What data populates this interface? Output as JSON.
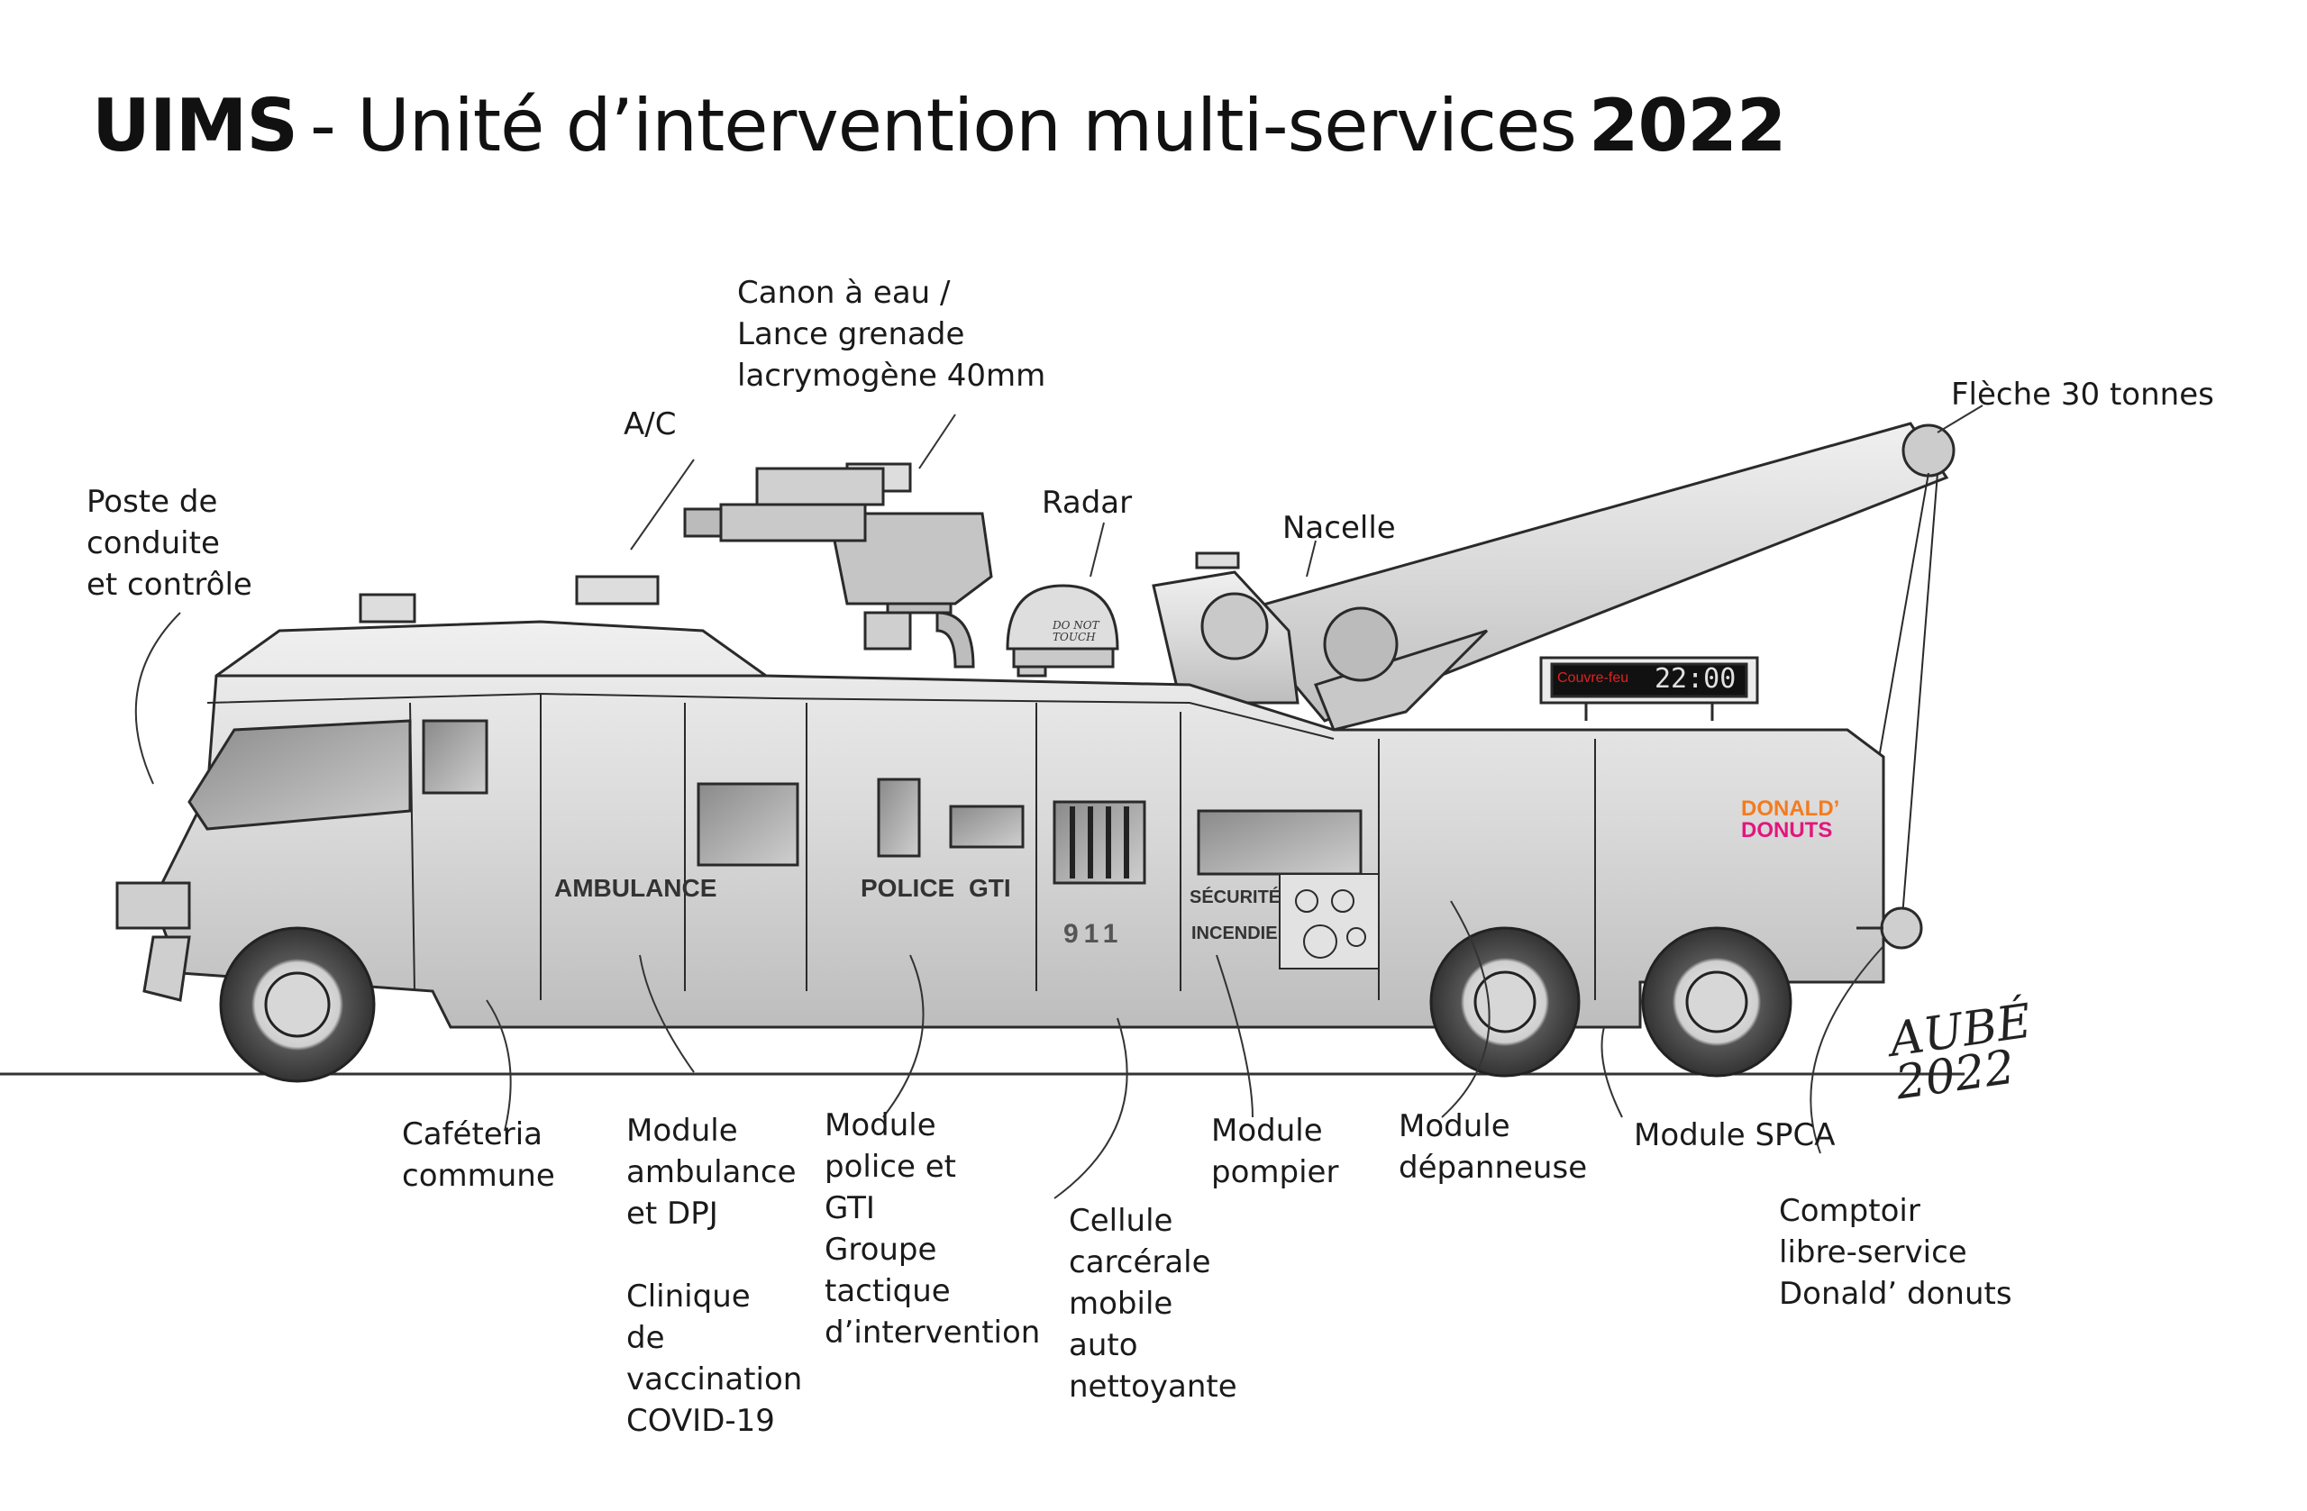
{
  "title": {
    "part1": "UIMS",
    "part2": "- Unité d’intervention multi-services",
    "part3": "2022"
  },
  "labels": {
    "poste": "Poste de\nconduite\net contrôle",
    "ac": "A/C",
    "canon": "Canon à eau /\nLance grenade\nlacrymogène 40mm",
    "radar": "Radar",
    "nacelle": "Nacelle",
    "fleche": "Flèche 30 tonnes",
    "cafeteria": "Caféteria\ncommune",
    "ambulance": "Module\nambulance\net DPJ\n\nClinique\nde\nvaccination\nCOVID-19",
    "police": "Module\npolice et\nGTI\nGroupe\ntactique\nd’intervention",
    "cellule": "Cellule\ncarcérale\nmobile\nauto\nnettoyante",
    "pompier": "Module\npompier",
    "depanneuse": "Module\ndépanneuse",
    "spca": "Module SPCA",
    "comptoir": "Comptoir\nlibre-service\nDonald’ donuts"
  },
  "truck_text": {
    "ambulance": "AMBULANCE",
    "police": "POLICE",
    "gti": "GTI",
    "n911": "911",
    "securite": "SÉCURITÉ",
    "incendie": "INCENDIE",
    "couvre_feu": "Couvre-feu",
    "clock": "22:00",
    "donald": "DONALD’",
    "donuts": "DONUTS",
    "radar_tag": "DO NOT\nTOUCH"
  },
  "signature": "AUBÉ\n2022",
  "colors": {
    "ink": "#2a2a2a",
    "body": "#d6d6d6",
    "shade": "#b8b8b8",
    "clock_red": "#e32020",
    "donut_orange": "#f47b20",
    "donut_pink": "#e3167d"
  }
}
